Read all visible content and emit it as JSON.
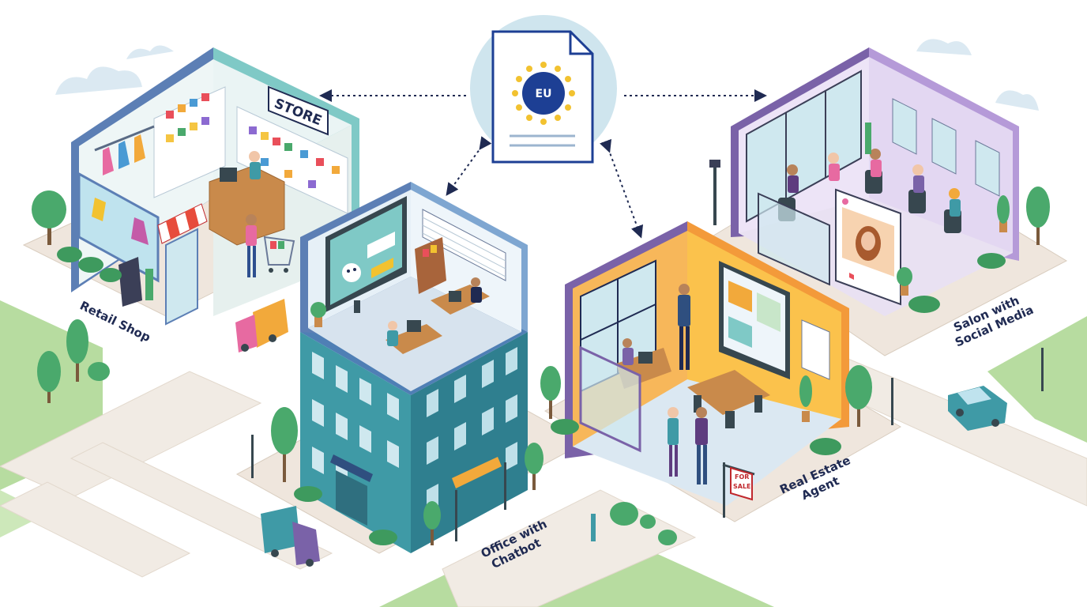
{
  "document": {
    "badge_text": "EU"
  },
  "buildings": {
    "retail": {
      "label": "Retail Shop",
      "sign_text": "STORE"
    },
    "office": {
      "label_line1": "Office with",
      "label_line2": "Chatbot"
    },
    "real_estate": {
      "label_line1": "Real Estate",
      "label_line2": "Agent",
      "sign_line1": "FOR",
      "sign_line2": "SALE"
    },
    "salon": {
      "label_line1": "Salon with",
      "label_line2": "Social Media"
    }
  },
  "colors": {
    "grass": "#b7dca0",
    "road": "#f1ebe4",
    "navy": "#1f2a52",
    "eu_blue": "#1d3f94",
    "eu_gold": "#f2c230",
    "teal": "#3f9aa6",
    "purple": "#7a62a8",
    "orange": "#f39a3a"
  }
}
